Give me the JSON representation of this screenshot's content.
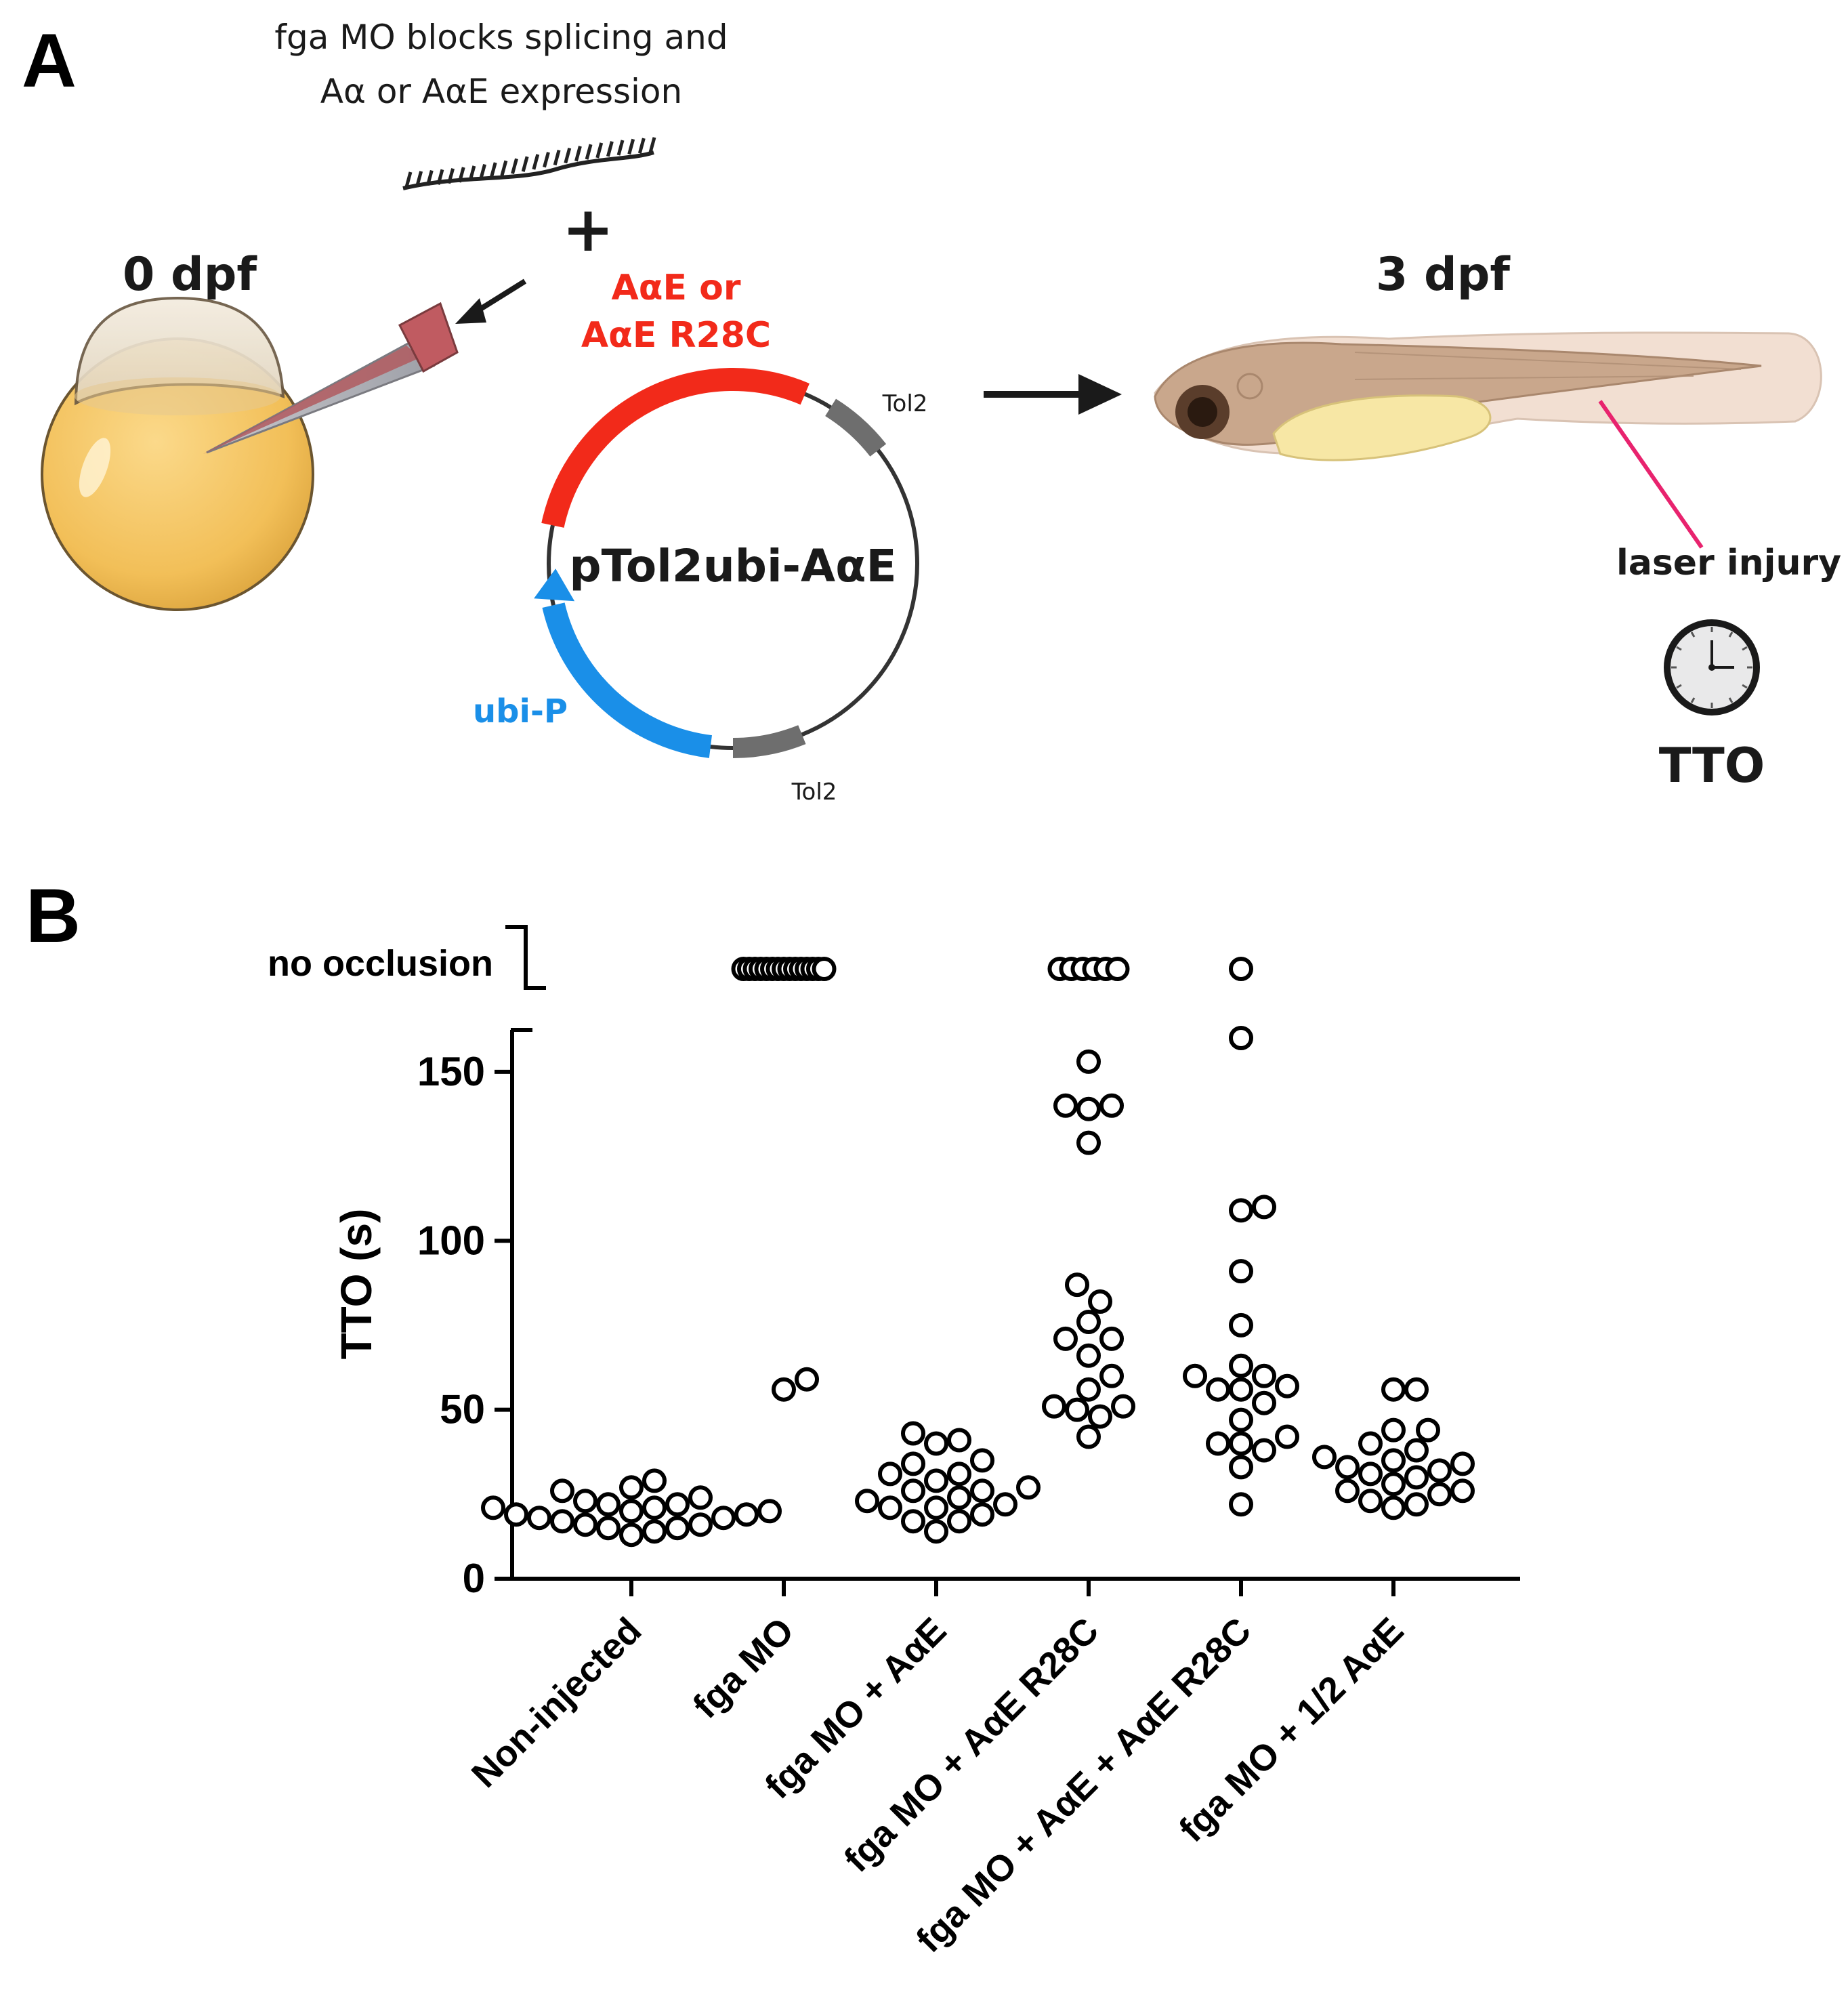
{
  "panel_a": {
    "letter": "A",
    "morpholino_note_line1": "fga MO blocks splicing and",
    "morpholino_note_line2": "Aα or AαE expression",
    "plus_sign": "+",
    "stage_left": "0 dpf",
    "stage_right": "3 dpf",
    "insert_label_line1": "AαE or",
    "insert_label_line2": "AαE R28C",
    "plasmid_name": "pTol2ubi-AαE",
    "promoter_label": "ubi-P",
    "tol2_top": "Tol2",
    "tol2_bottom": "Tol2",
    "injury_label": "laser injury",
    "readout_label": "TTO",
    "colors": {
      "insert": "#f22a1a",
      "promoter": "#1a8fe8",
      "tol2": "#6e6e6e",
      "laser": "#e8236e"
    },
    "icons": [
      "rna-strand-icon",
      "injection-needle-icon",
      "embryo-icon",
      "plasmid-icon",
      "arrow-right-icon",
      "larva-icon",
      "clock-icon"
    ]
  },
  "panel_b": {
    "letter": "B",
    "no_occlusion_label": "no occlusion"
  },
  "chart_data": {
    "type": "scatter",
    "title": "",
    "ylabel": "TTO (s)",
    "xlabel": "",
    "ylim": [
      0,
      160
    ],
    "yticks": [
      "0",
      "50",
      "100",
      "150"
    ],
    "grid": false,
    "legend": "none",
    "categories": [
      "Non-injected",
      "fga MO",
      "fga MO + AαE",
      "fga MO + AαE R28C",
      "fga MO + AαE + AαE R28C",
      "fga MO + 1/2 AαE"
    ],
    "series": [
      {
        "values": [
          13,
          14,
          15,
          15,
          16,
          16,
          17,
          18,
          18,
          19,
          19,
          20,
          20,
          21,
          21,
          22,
          22,
          23,
          24,
          26,
          27,
          29
        ]
      },
      {
        "values": [
          56,
          59
        ],
        "no_occlusion_count": 15
      },
      {
        "values": [
          14,
          17,
          17,
          19,
          21,
          21,
          22,
          23,
          24,
          26,
          26,
          27,
          29,
          31,
          31,
          34,
          35,
          40,
          41,
          43
        ]
      },
      {
        "values": [
          42,
          48,
          50,
          51,
          51,
          56,
          60,
          66,
          71,
          71,
          76,
          82,
          87,
          129,
          139,
          140,
          140,
          153
        ],
        "no_occlusion_count": 6
      },
      {
        "values": [
          22,
          33,
          38,
          40,
          40,
          42,
          47,
          52,
          56,
          56,
          57,
          60,
          60,
          63,
          75,
          91,
          109,
          110,
          160
        ],
        "no_occlusion_count": 1
      },
      {
        "values": [
          21,
          22,
          23,
          25,
          26,
          26,
          28,
          30,
          31,
          32,
          33,
          34,
          35,
          36,
          38,
          40,
          44,
          44,
          56,
          56
        ]
      }
    ]
  }
}
